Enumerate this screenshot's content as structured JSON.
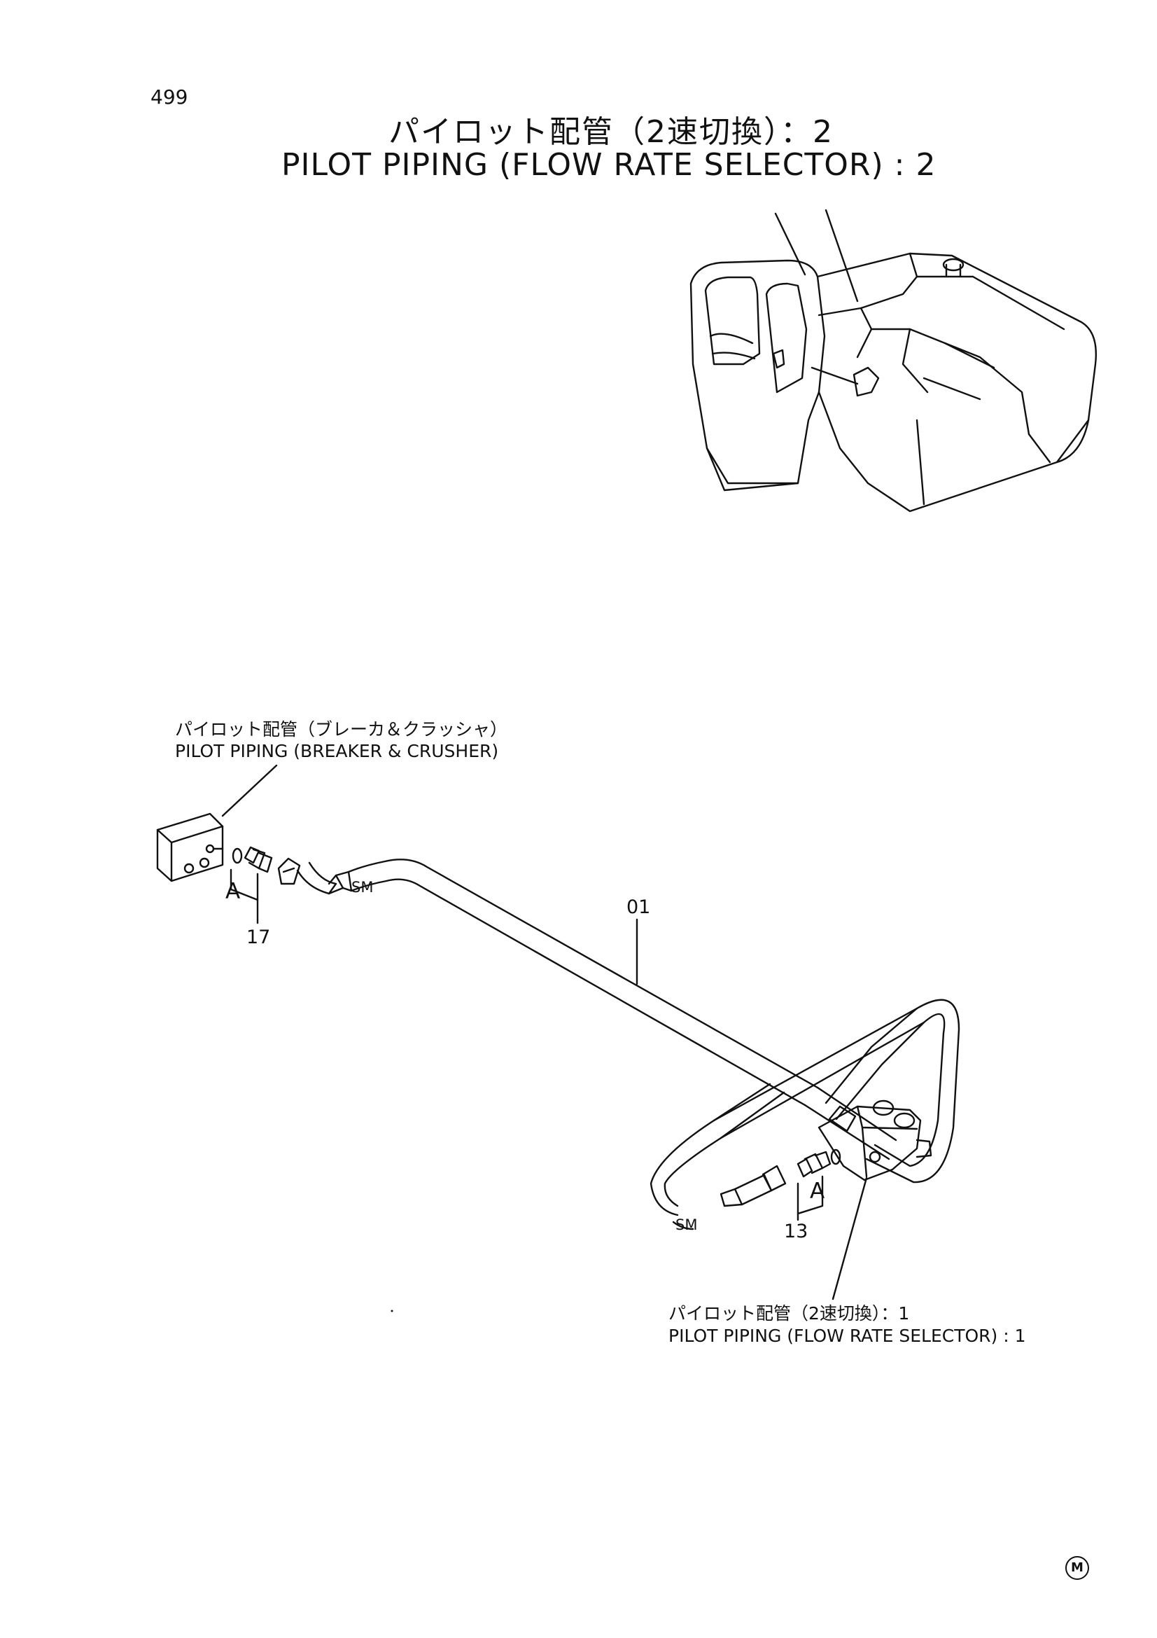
{
  "page_number": "499",
  "title_jp": "パイロット配管（2速切換）：2",
  "title_en": "PILOT PIPING (FLOW RATE SELECTOR) : 2",
  "callouts": {
    "top_jp": "パイロット配管（ブレーカ＆クラッシャ）",
    "top_en": "PILOT PIPING (BREAKER & CRUSHER)",
    "bottom_jp": "パイロット配管（2速切換）：1",
    "bottom_en": "PILOT PIPING (FLOW RATE SELECTOR) : 1"
  },
  "part_numbers": {
    "hose": "01",
    "adapter_left": "17",
    "adapter_right": "13"
  },
  "labels": {
    "a_left": "A",
    "a_right": "A",
    "sm_left": "SM",
    "sm_right": "SM"
  },
  "mark": "M"
}
